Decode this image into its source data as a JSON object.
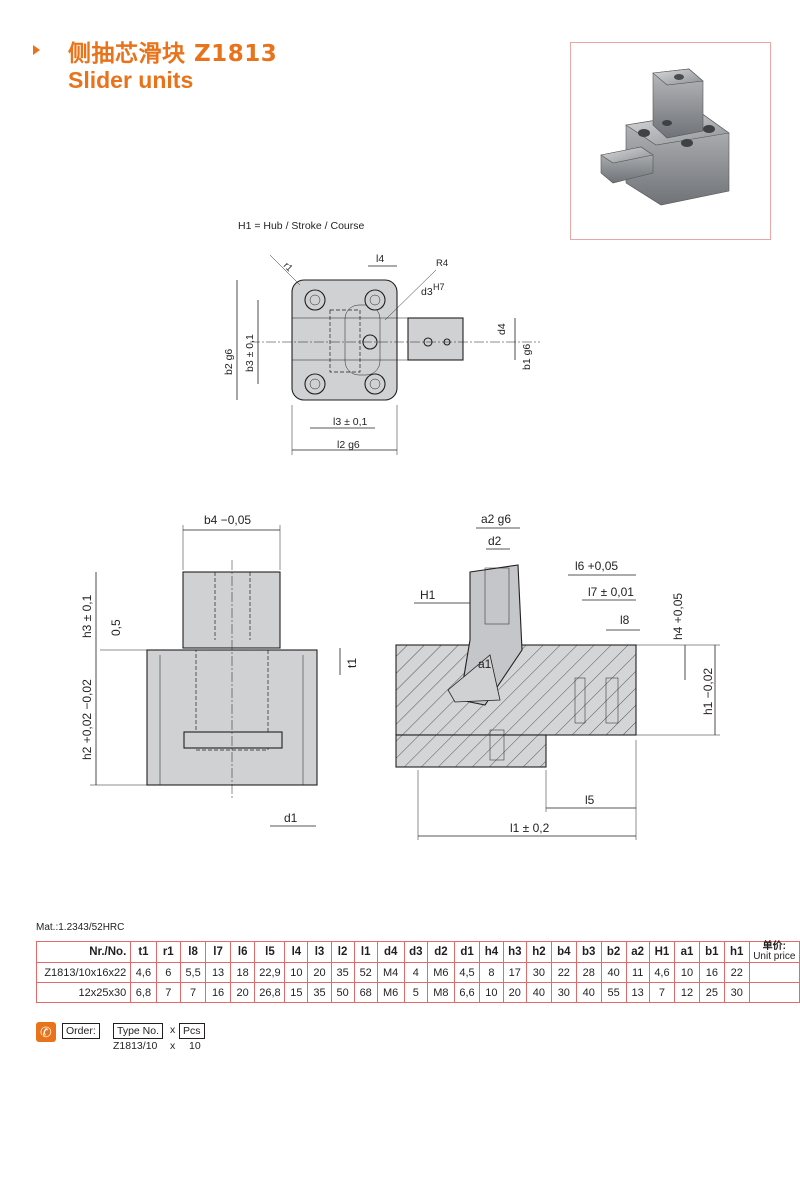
{
  "header": {
    "title_cn": "侧抽芯滑块 Z1813",
    "title_en": "Slider units"
  },
  "drawings": {
    "top_view": {
      "stroke_note": "H1 = Hub / Stroke / Course",
      "labels": {
        "r1": "r1",
        "l4": "l4",
        "R4": "R4",
        "d3": "d3",
        "H7": "H7",
        "d4": "d4",
        "b1": "b1 g6",
        "b2": "b2 g6",
        "b3": "b3 ± 0,1",
        "l3": "l3 ± 0,1",
        "l2": "l2 g6"
      }
    },
    "front_view": {
      "labels": {
        "b4": "b4 −0,05",
        "h3": "h3 ± 0,1",
        "dim_05": "0,5",
        "t1": "t1",
        "h2": "h2 +0,02 −0,02",
        "d1": "d1"
      }
    },
    "side_view": {
      "labels": {
        "a2": "a2 g6",
        "d2": "d2",
        "H1": "H1",
        "l6": "l6 +0,05",
        "l7": "l7 ± 0,01",
        "l8": "l8",
        "h4": "h4 +0,05",
        "a1": "a1",
        "h1": "h1 −0,02",
        "l5": "l5",
        "l1": "l1 ± 0,2"
      }
    }
  },
  "material": "Mat.:1.2343/52HRC",
  "table": {
    "header": [
      "Nr./No.",
      "t1",
      "r1",
      "l8",
      "l7",
      "l6",
      "l5",
      "l4",
      "l3",
      "l2",
      "l1",
      "d4",
      "d3",
      "d2",
      "d1",
      "h4",
      "h3",
      "h2",
      "b4",
      "b3",
      "b2",
      "a2",
      "H1",
      "a1",
      "b1",
      "h1"
    ],
    "price_cn": "单价:",
    "price_en": "Unit price",
    "rows": [
      [
        "Z1813/10x16x22",
        "4,6",
        "6",
        "5,5",
        "13",
        "18",
        "22,9",
        "10",
        "20",
        "35",
        "52",
        "M4",
        "4",
        "M6",
        "4,5",
        "8",
        "17",
        "30",
        "22",
        "28",
        "40",
        "11",
        "4,6",
        "10",
        "16",
        "22"
      ],
      [
        "12x25x30",
        "6,8",
        "7",
        "7",
        "16",
        "20",
        "26,8",
        "15",
        "35",
        "50",
        "68",
        "M6",
        "5",
        "M8",
        "6,6",
        "10",
        "20",
        "40",
        "30",
        "40",
        "55",
        "13",
        "7",
        "12",
        "25",
        "30"
      ]
    ]
  },
  "order": {
    "label": "Order:",
    "type_label": "Type No.",
    "x": "x",
    "pcs_label": "Pcs",
    "example_type": "Z1813/10",
    "example_x": "x",
    "example_qty": "10"
  },
  "colors": {
    "accent": "#e8731a",
    "table_border": "#e26a6a"
  }
}
